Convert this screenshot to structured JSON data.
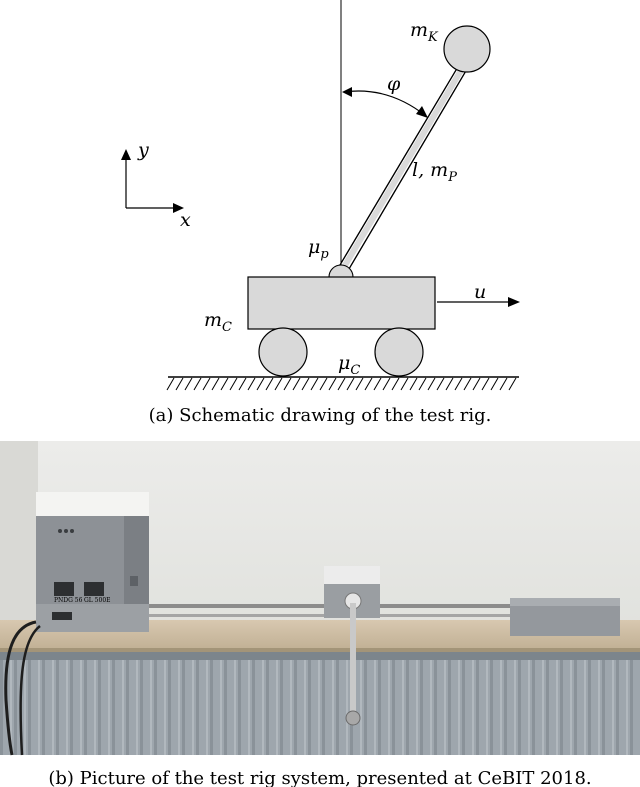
{
  "schematic": {
    "labels": {
      "m_K": "m",
      "m_K_sub": "K",
      "phi": "φ",
      "l_mP": "l, m",
      "l_mP_sub": "P",
      "mu_p": "μ",
      "mu_p_sub": "p",
      "m_C": "m",
      "m_C_sub": "C",
      "mu_C": "μ",
      "mu_C_sub": "C",
      "u": "u",
      "y": "y",
      "x": "x"
    },
    "caption": "(a) Schematic drawing of the test rig."
  },
  "photo": {
    "panel_labels": [
      "PNDG 56",
      "GL 500E"
    ],
    "caption": "(b) Picture of the test rig system, presented at CeBIT 2018."
  }
}
